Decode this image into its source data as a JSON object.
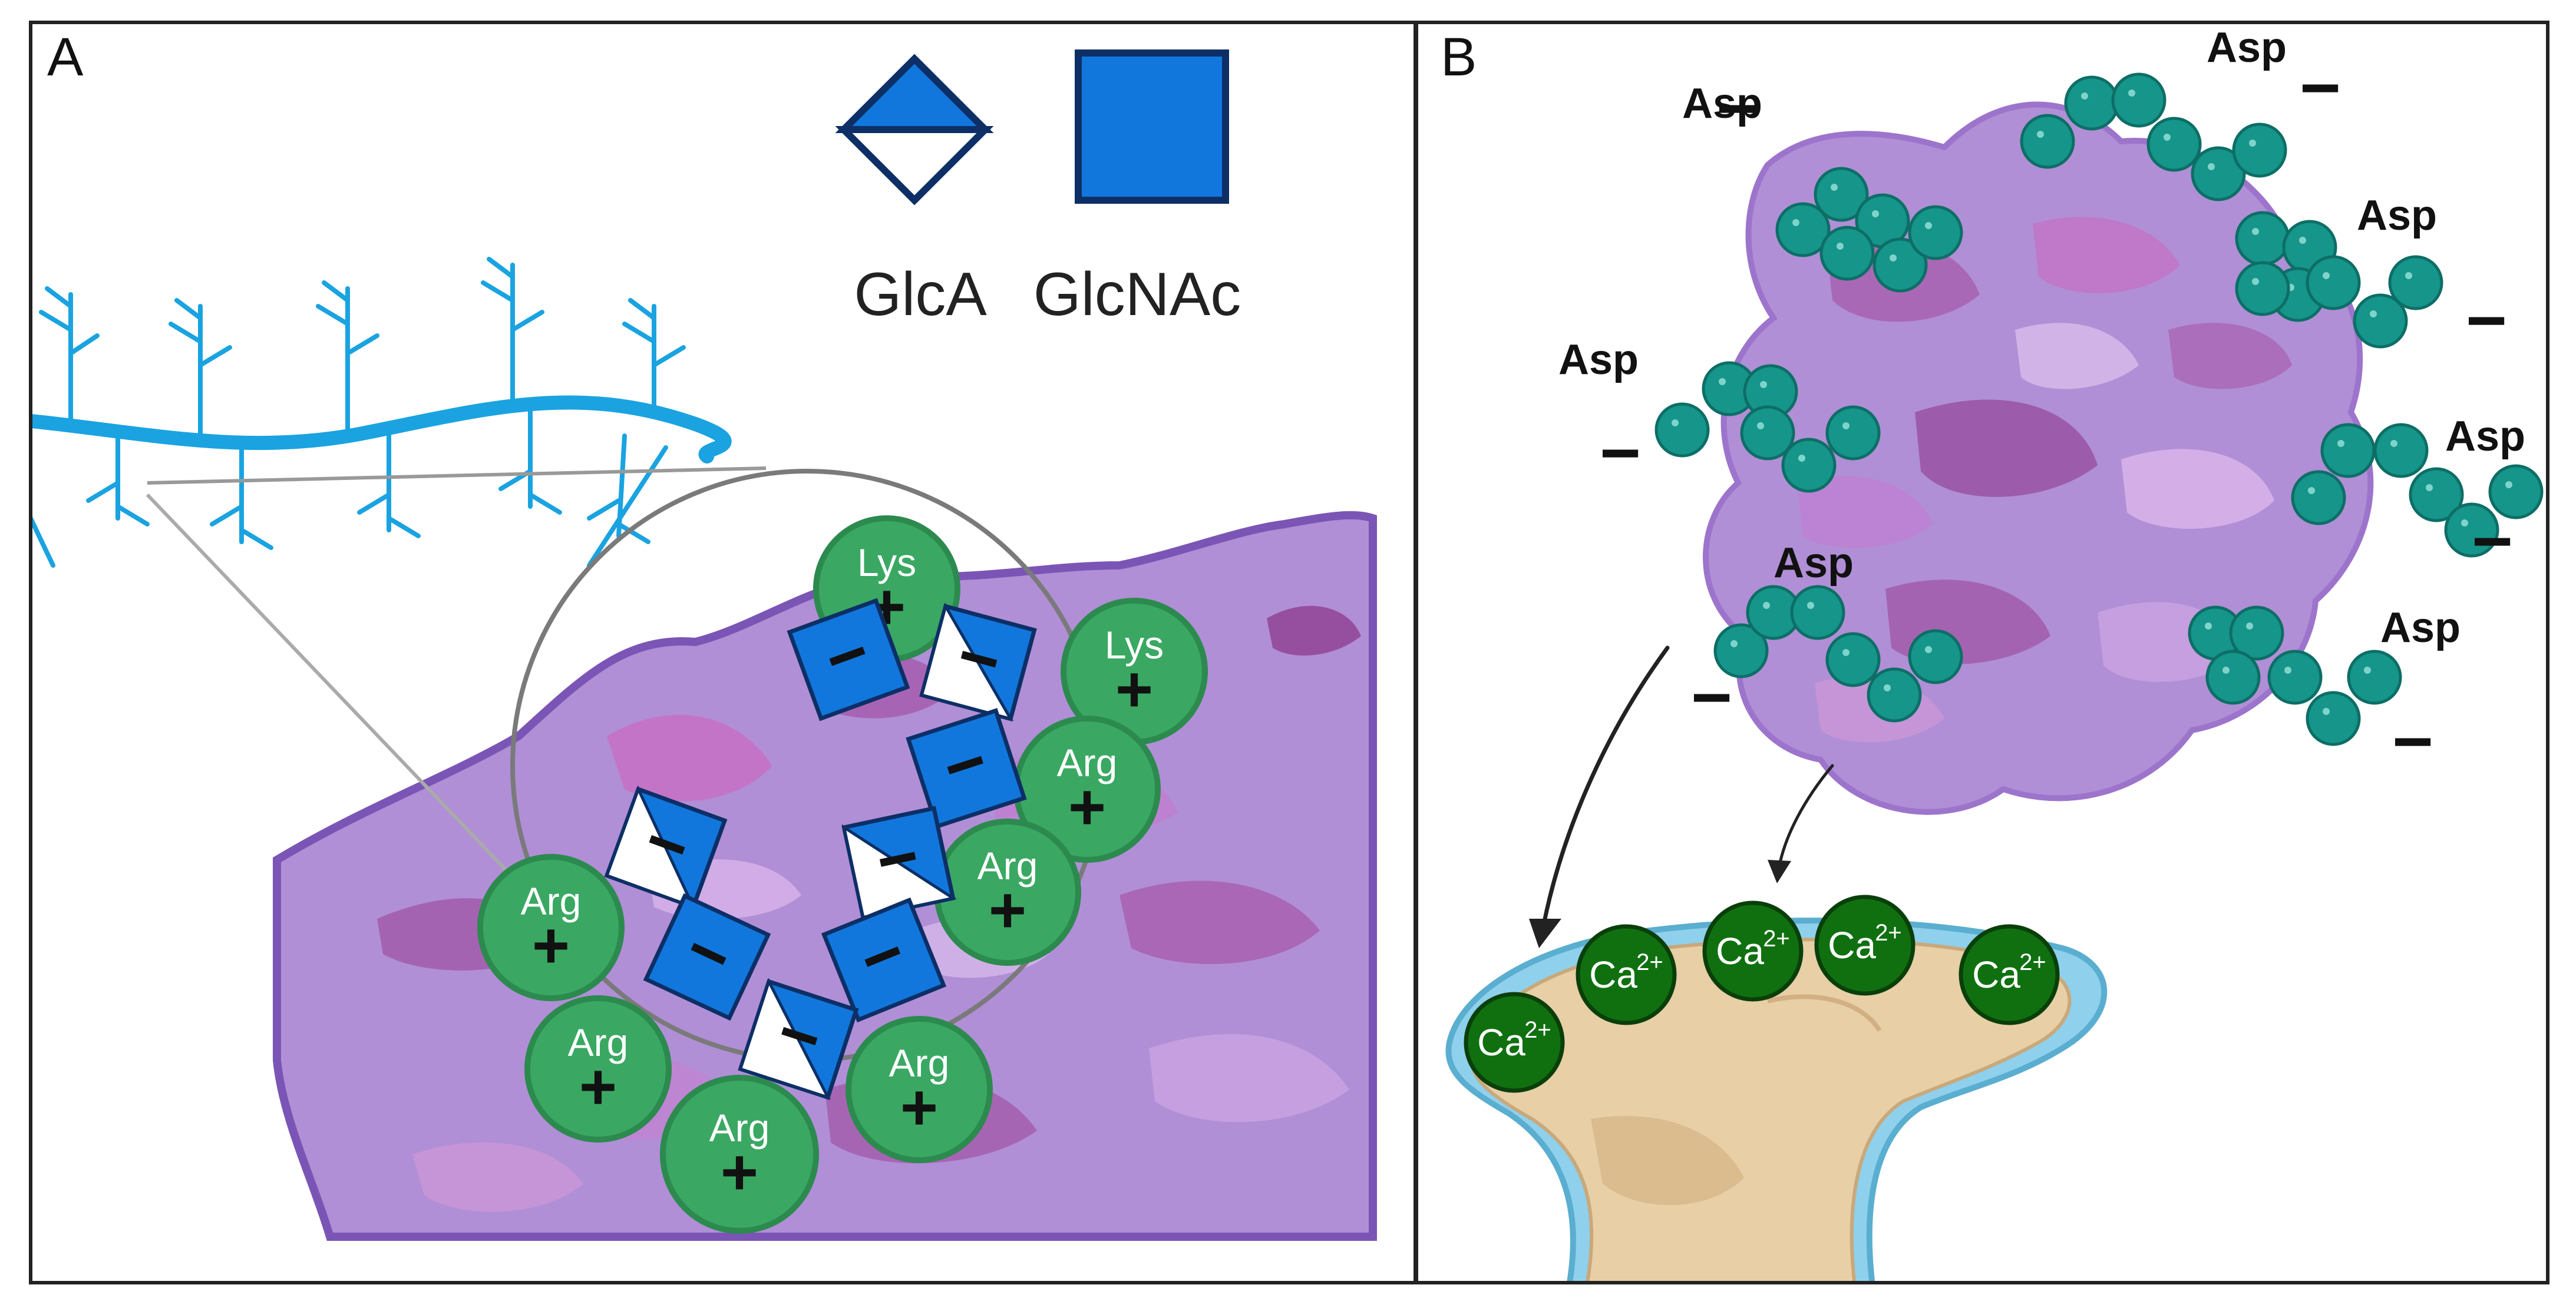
{
  "panels": [
    {
      "letter": "A"
    },
    {
      "letter": "B"
    }
  ],
  "legend": {
    "glca": "GlcA",
    "glcnac": "GlcNAc"
  },
  "colors": {
    "sugar_blue": "#1177dd",
    "sugar_outline": "#0d2f66",
    "chain_blue": "#1aa3e0",
    "residue_green": "#3aa862",
    "residue_stroke": "#2c8a4f",
    "asp_teal": "#16958a",
    "calcium_green": "#107010",
    "protein_purple": "#b08fd6",
    "bone_tan": "#e8cfa6",
    "membrane_blue": "#8fd0ec"
  },
  "panel_a": {
    "charge_plus": "+",
    "charge_minus": "−",
    "residues": [
      {
        "label": "Lys"
      },
      {
        "label": "Lys"
      },
      {
        "label": "Arg"
      },
      {
        "label": "Arg"
      },
      {
        "label": "Arg"
      },
      {
        "label": "Arg"
      },
      {
        "label": "Arg"
      },
      {
        "label": "Arg"
      }
    ]
  },
  "panel_b": {
    "charge_minus": "−",
    "asp_labels": [
      "Asp",
      "Asp",
      "Asp",
      "Asp",
      "Asp",
      "Asp",
      "Asp"
    ],
    "calcium": {
      "symbol": "Ca",
      "charge": "2+"
    },
    "calcium_count": 5
  }
}
